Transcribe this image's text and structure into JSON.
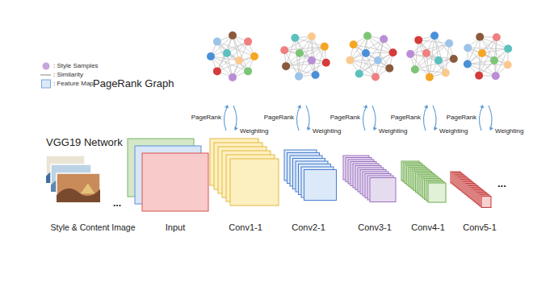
{
  "diagram": {
    "nodes": [
      {
        "text": [
          "Style & Content Image"
        ]
      },
      {
        "text": [
          "Input"
        ]
      },
      {
        "text": [
          "Conv1-1"
        ]
      },
      {
        "text": [
          "Conv2-1"
        ]
      },
      {
        "text": [
          "Conv3-1"
        ]
      },
      {
        "text": [
          "Conv4-1"
        ]
      },
      {
        "text": [
          "Conv5-1"
        ]
      }
    ],
    "labels": [
      "PageRank Graph",
      "VGG19 Network",
      "...",
      "...",
      "PageRank",
      "Weighting",
      "PageRank",
      "Weighting",
      "PageRank",
      "Weighting",
      "PageRank",
      "Weighting",
      "PageRank",
      "Weighting"
    ],
    "legend": [
      {
        "text": ": Style Samples",
        "color": "#c7a5dc"
      },
      {
        "text": ": Similarity"
      },
      {
        "text": ": Feature Map",
        "color": "#dce9f8"
      }
    ]
  }
}
